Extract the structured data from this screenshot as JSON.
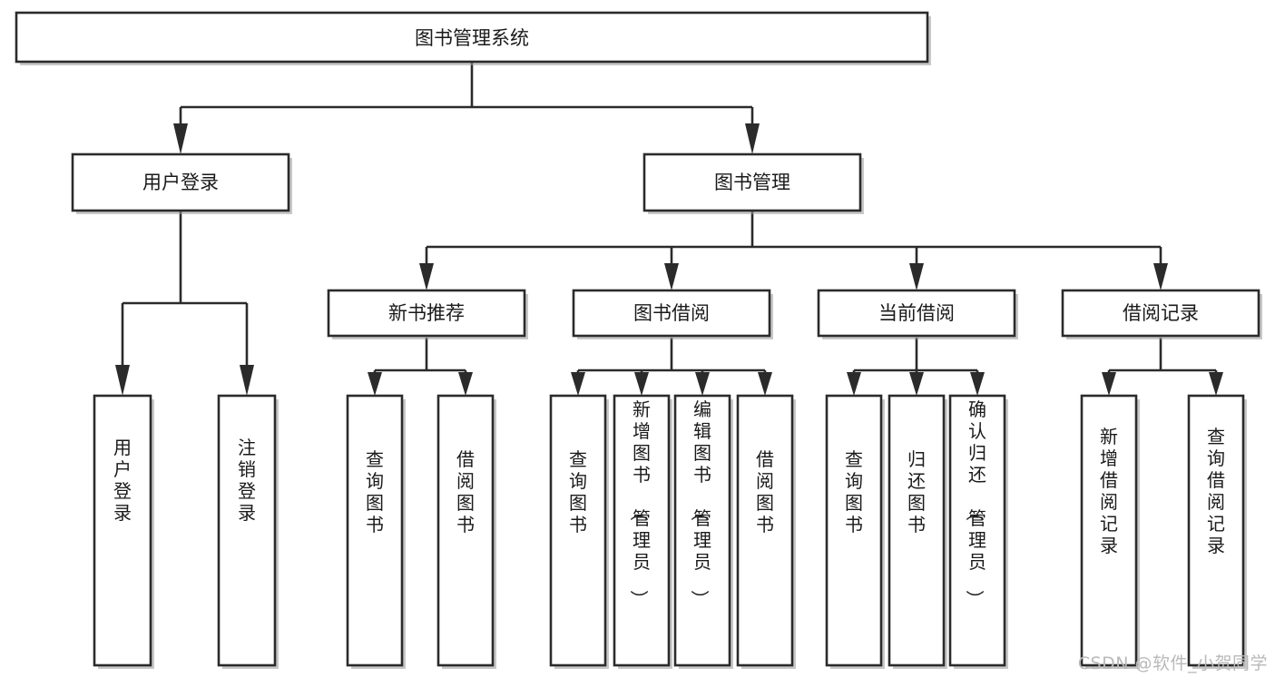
{
  "diagram": {
    "title": "图书管理系统",
    "type": "tree-hierarchy",
    "watermark": "CSDN @软件_小贺同学",
    "colors": {
      "box_stroke": "#2b2b2b",
      "box_fill": "#ffffff",
      "text": "#1a1a1a",
      "watermark": "#b9b9b9",
      "background": "#ffffff"
    },
    "root": {
      "id": "root",
      "label": "图书管理系统",
      "orientation": "horizontal"
    },
    "level2": [
      {
        "id": "user-login",
        "label": "用户登录",
        "orientation": "horizontal"
      },
      {
        "id": "book-manage",
        "label": "图书管理",
        "orientation": "horizontal"
      }
    ],
    "level3": [
      {
        "id": "new-book-recommend",
        "label": "新书推荐",
        "parent": "book-manage",
        "orientation": "horizontal"
      },
      {
        "id": "book-borrow",
        "label": "图书借阅",
        "parent": "book-manage",
        "orientation": "horizontal"
      },
      {
        "id": "current-borrow",
        "label": "当前借阅",
        "parent": "book-manage",
        "orientation": "horizontal"
      },
      {
        "id": "borrow-record",
        "label": "借阅记录",
        "parent": "book-manage",
        "orientation": "horizontal"
      }
    ],
    "leaves": [
      {
        "id": "leaf-user-login",
        "label": "用户登录",
        "parent": "user-login",
        "orientation": "vertical"
      },
      {
        "id": "leaf-user-logout",
        "label": "注销登录",
        "parent": "user-login",
        "orientation": "vertical"
      },
      {
        "id": "leaf-query-book-1",
        "label": "查询图书",
        "parent": "new-book-recommend",
        "orientation": "vertical"
      },
      {
        "id": "leaf-borrow-book-1",
        "label": "借阅图书",
        "parent": "new-book-recommend",
        "orientation": "vertical"
      },
      {
        "id": "leaf-query-book-2",
        "label": "查询图书",
        "parent": "book-borrow",
        "orientation": "vertical"
      },
      {
        "id": "leaf-add-book",
        "label": "新增图书（管理员）",
        "parent": "book-borrow",
        "orientation": "vertical"
      },
      {
        "id": "leaf-edit-book",
        "label": "编辑图书（管理员）",
        "parent": "book-borrow",
        "orientation": "vertical"
      },
      {
        "id": "leaf-borrow-book-2",
        "label": "借阅图书",
        "parent": "book-borrow",
        "orientation": "vertical"
      },
      {
        "id": "leaf-query-book-3",
        "label": "查询图书",
        "parent": "current-borrow",
        "orientation": "vertical"
      },
      {
        "id": "leaf-return-book",
        "label": "归还图书",
        "parent": "current-borrow",
        "orientation": "vertical"
      },
      {
        "id": "leaf-confirm-return",
        "label": "确认归还（管理员）",
        "parent": "current-borrow",
        "orientation": "vertical"
      },
      {
        "id": "leaf-add-record",
        "label": "新增借阅记录",
        "parent": "borrow-record",
        "orientation": "vertical"
      },
      {
        "id": "leaf-query-record",
        "label": "查询借阅记录",
        "parent": "borrow-record",
        "orientation": "vertical"
      }
    ]
  }
}
